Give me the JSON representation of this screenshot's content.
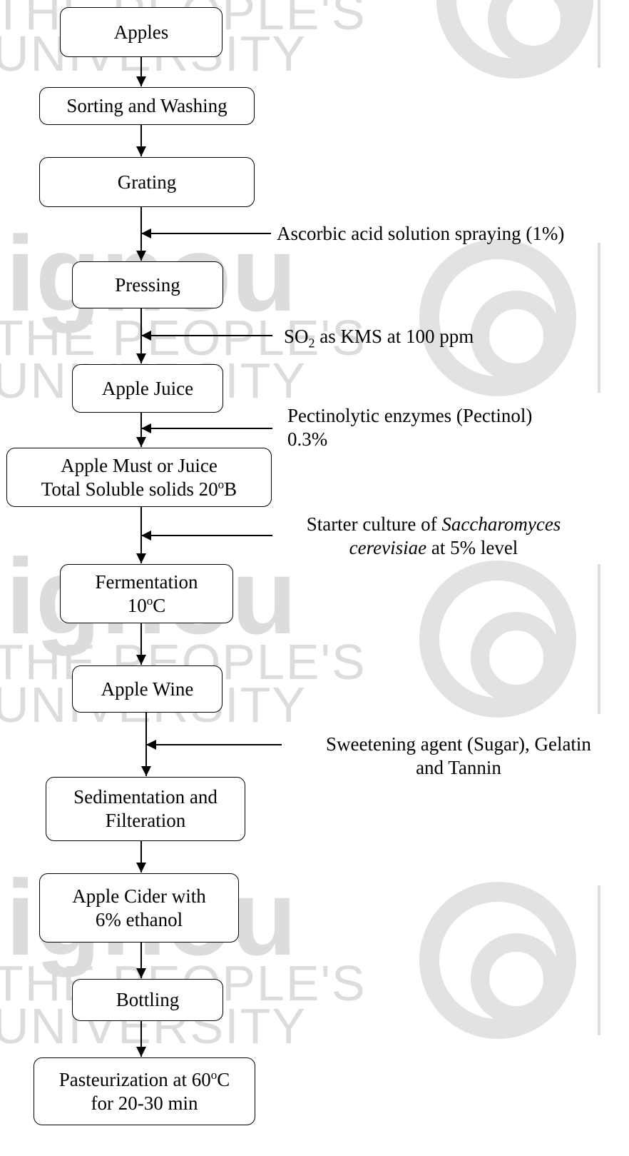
{
  "watermark": {
    "line1": "THE PEOPLE'S",
    "line2": "UNIVERSITY",
    "logo": "ignou"
  },
  "steps": [
    {
      "lines": [
        "Apples"
      ]
    },
    {
      "lines": [
        "Sorting and Washing"
      ]
    },
    {
      "lines": [
        "Grating"
      ]
    },
    {
      "lines": [
        "Pressing"
      ]
    },
    {
      "lines": [
        "Apple Juice"
      ]
    },
    {
      "lines": [
        "Apple Must or Juice",
        "Total Soluble solids 20°B"
      ]
    },
    {
      "lines": [
        "Fermentation",
        "10°C"
      ]
    },
    {
      "lines": [
        "Apple Wine"
      ]
    },
    {
      "lines": [
        "Sedimentation and",
        "Filteration"
      ]
    },
    {
      "lines": [
        "Apple Cider with",
        "6% ethanol"
      ]
    },
    {
      "lines": [
        "Bottling"
      ]
    },
    {
      "lines": [
        "Pasteurization at 60°C",
        "for 20-30 min"
      ]
    }
  ],
  "additions": [
    {
      "lines": [
        "Ascorbic acid solution spraying (1%)"
      ]
    },
    {
      "lines": [
        "SO2 as KMS at 100 ppm"
      ]
    },
    {
      "lines": [
        "Pectinolytic enzymes (Pectinol)",
        "0.3%"
      ]
    },
    {
      "lines": [
        "Starter culture of Saccharomyces",
        "cerevisiae at 5% level"
      ]
    },
    {
      "lines": [
        "Sweetening agent (Sugar), Gelatin",
        "and Tannin"
      ]
    }
  ]
}
